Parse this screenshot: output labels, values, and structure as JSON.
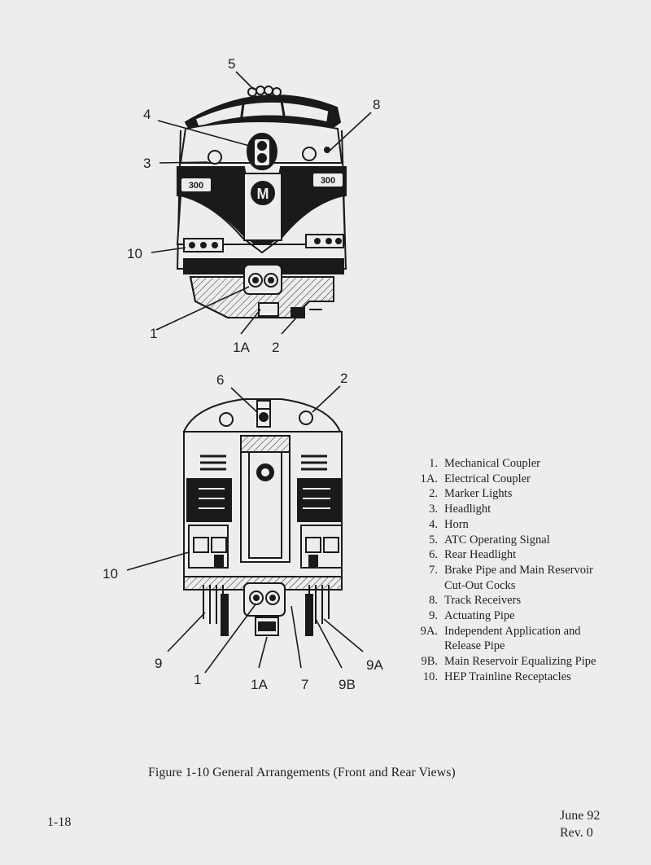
{
  "front_view": {
    "unit_number_left": "300",
    "unit_number_right": "300",
    "logo_letter": "M",
    "callouts": [
      "1",
      "1A",
      "2",
      "3",
      "4",
      "5",
      "8",
      "10"
    ]
  },
  "rear_view": {
    "callouts": [
      "1",
      "1A",
      "2",
      "6",
      "7",
      "9",
      "9A",
      "9B",
      "10"
    ]
  },
  "legend": [
    {
      "num": "1.",
      "text": "Mechanical Coupler"
    },
    {
      "num": "1A.",
      "text": "Electrical Coupler"
    },
    {
      "num": "2.",
      "text": "Marker Lights"
    },
    {
      "num": "3.",
      "text": "Headlight"
    },
    {
      "num": "4.",
      "text": "Horn"
    },
    {
      "num": "5.",
      "text": "ATC Operating Signal"
    },
    {
      "num": "6.",
      "text": "Rear Headlight"
    },
    {
      "num": "7.",
      "text": "Brake Pipe and Main Reservoir Cut-Out Cocks"
    },
    {
      "num": "8.",
      "text": "Track Receivers"
    },
    {
      "num": "9.",
      "text": "Actuating Pipe"
    },
    {
      "num": "9A.",
      "text": "Independent Application and Release Pipe"
    },
    {
      "num": "9B.",
      "text": "Main Reservoir Equalizing Pipe"
    },
    {
      "num": "10.",
      "text": "HEP Trainline Receptacles"
    }
  ],
  "caption": "Figure 1-10 General Arrangements (Front and Rear Views)",
  "page_number": "1-18",
  "date": "June 92",
  "revision": "Rev. 0"
}
